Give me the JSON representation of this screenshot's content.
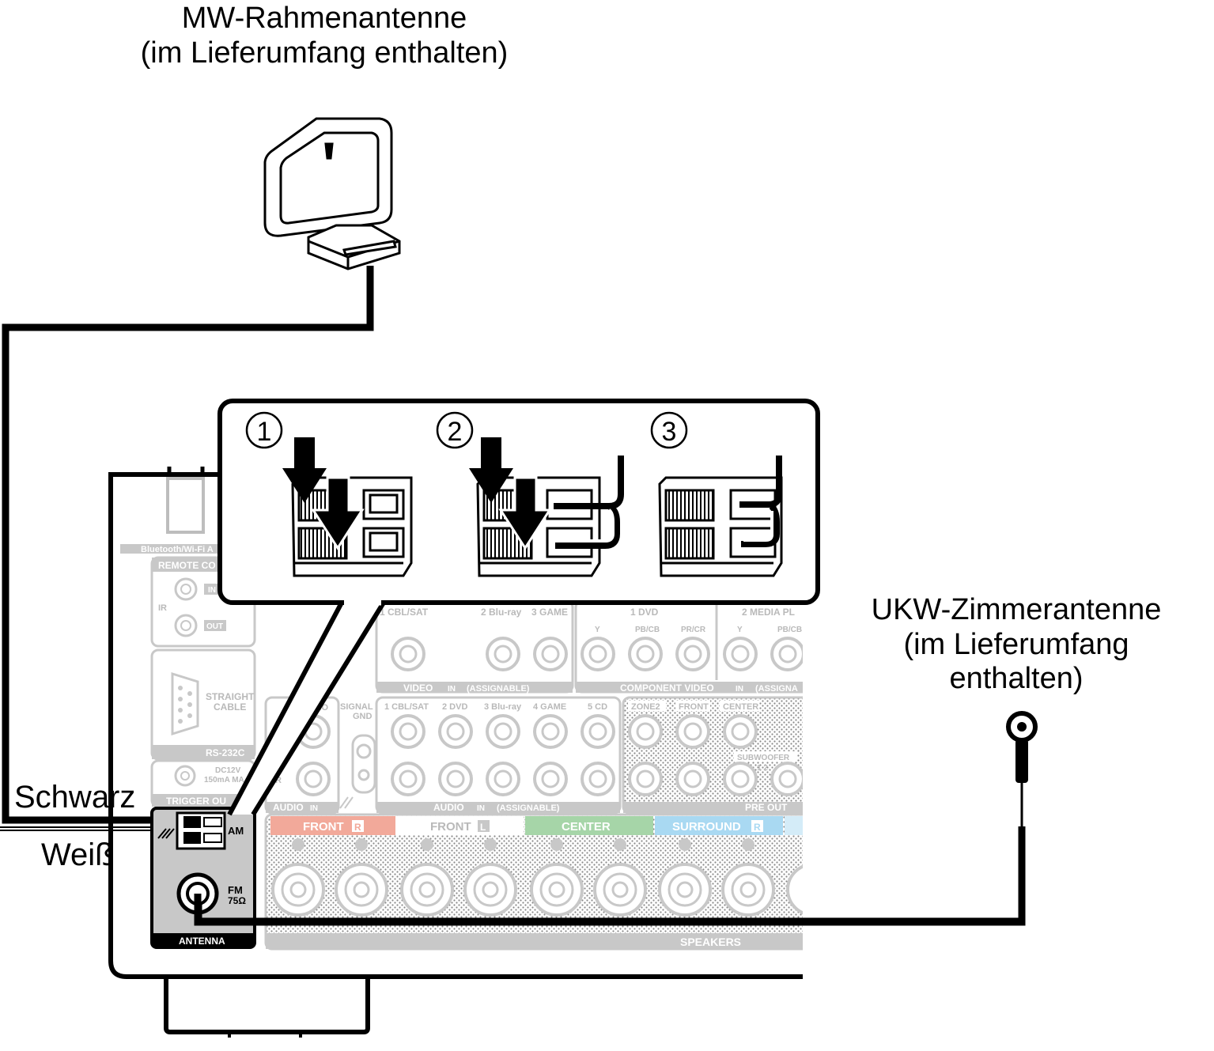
{
  "labels": {
    "am_antenna_line1": "MW-Rahmenantenne",
    "am_antenna_line2": "(im Lieferumfang enthalten)",
    "fm_antenna_line1": "UKW-Zimmerantenne",
    "fm_antenna_line2": "(im Lieferumfang",
    "fm_antenna_line3": "enthalten)",
    "wire_black": "Schwarz",
    "wire_white": "Weiß"
  },
  "steps": [
    "①",
    "②",
    "③"
  ],
  "panel": {
    "bluetooth": "Bluetooth/Wi-Fi A",
    "remote": "REMOTE CO",
    "ir": "IR",
    "ir_in": "IN",
    "ir_out": "OUT",
    "straight": "STRAIGHT",
    "cable": "CABLE",
    "rs232c": "RS-232C",
    "dc12v": "DC12V",
    "ma": "150mA MA",
    "trigger": "TRIGGER OU",
    "am": "AM",
    "fm": "FM",
    "ohm": "75Ω",
    "antenna": "ANTENNA",
    "mono": "ONO",
    "r": "R",
    "signal": "SIGNAL",
    "gnd": "GND",
    "audio_in_left": "AUDIO",
    "in_badge": "IN",
    "video_inputs": [
      "1 CBL/SAT",
      "2 Blu-ray",
      "3 GAME"
    ],
    "video_in": "VIDEO",
    "assignable": "(ASSIGNABLE)",
    "comp_1dvd": "1 DVD",
    "comp_2media": "2 MEDIA PL",
    "comp_y": "Y",
    "comp_pb": "PB/CB",
    "comp_pr": "PR/CR",
    "comp_video": "COMPONENT VIDEO",
    "comp_assign": "(ASSIGNA",
    "audio_inputs": [
      "1 CBL/SAT",
      "2 DVD",
      "3 Blu-ray",
      "4 GAME",
      "5 CD"
    ],
    "audio_in": "AUDIO",
    "zone2": "ZONE2",
    "front": "FRONT",
    "center": "CENTER",
    "subwoofer": "SUBWOOFER",
    "sub_nums": "1 2",
    "pre_out": "PRE OUT",
    "speakers": "SPEAKERS",
    "front_r": "FRONT",
    "front_l": "FRONT",
    "center_sp": "CENTER",
    "surround_r": "SURROUND",
    "badge_r": "R",
    "badge_l": "L"
  },
  "colors": {
    "front_r": "#f2a99a",
    "front_l": "#ffffff",
    "center": "#a6d5a8",
    "surround_r": "#a9d9f2",
    "panel_gray": "#c8c8c8",
    "ink": "#000000"
  }
}
